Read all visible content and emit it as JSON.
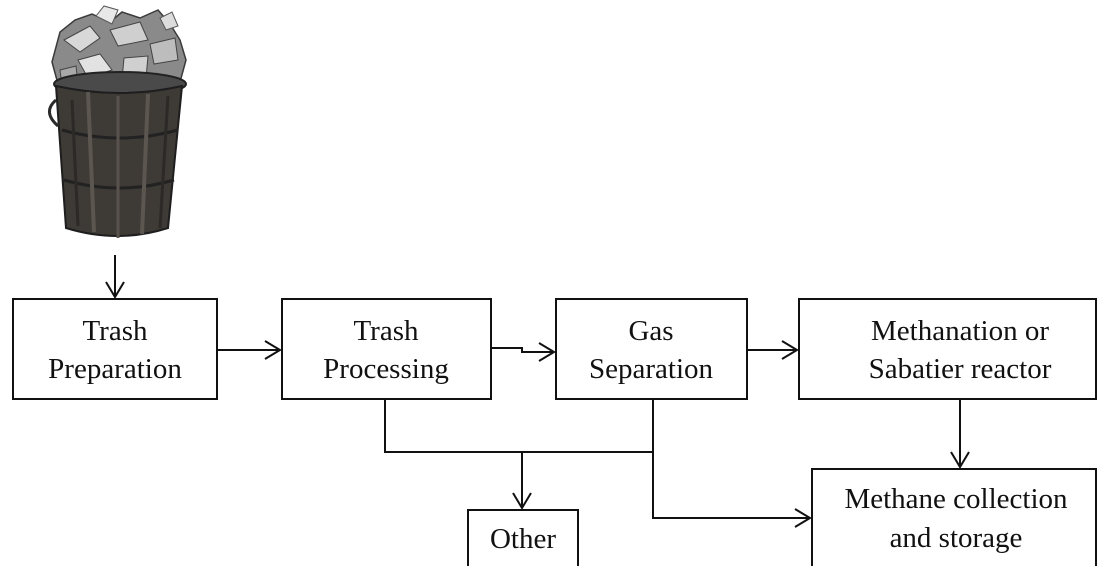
{
  "nodes": {
    "trash_preparation": {
      "line1": "Trash",
      "line2": "Preparation"
    },
    "trash_processing": {
      "line1": "Trash",
      "line2": "Processing"
    },
    "gas_separation": {
      "line1": "Gas",
      "line2": "Separation"
    },
    "methanation": {
      "line1": "Methanation or",
      "line2": "Sabatier reactor"
    },
    "methane_storage": {
      "line1": "Methane collection",
      "line2": "and storage"
    },
    "other": {
      "label": "Other"
    }
  },
  "image": {
    "icon": "trash-can-icon"
  },
  "colors": {
    "stroke": "#111111",
    "background": "#ffffff"
  }
}
